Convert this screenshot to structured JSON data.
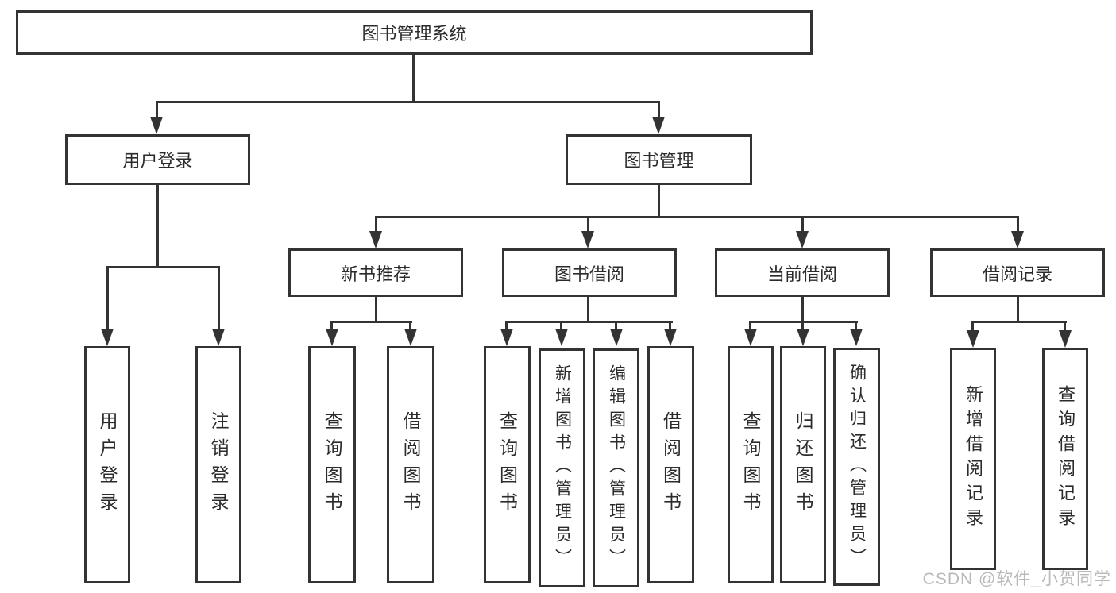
{
  "diagram": {
    "root": {
      "label": "图书管理系统"
    },
    "branches": [
      {
        "label": "用户登录",
        "children": [
          {
            "label": "用户登录"
          },
          {
            "label": "注销登录"
          }
        ]
      },
      {
        "label": "图书管理",
        "children": [
          {
            "label": "新书推荐",
            "children": [
              {
                "label": "查询图书"
              },
              {
                "label": "借阅图书"
              }
            ]
          },
          {
            "label": "图书借阅",
            "children": [
              {
                "label": "查询图书"
              },
              {
                "label": "新增图书（管理员）"
              },
              {
                "label": "编辑图书（管理员）"
              },
              {
                "label": "借阅图书"
              }
            ]
          },
          {
            "label": "当前借阅",
            "children": [
              {
                "label": "查询图书"
              },
              {
                "label": "归还图书"
              },
              {
                "label": "确认归还（管理员）"
              }
            ]
          },
          {
            "label": "借阅记录",
            "children": [
              {
                "label": "新增借阅记录"
              },
              {
                "label": "查询借阅记录"
              }
            ]
          }
        ]
      }
    ]
  },
  "watermark": {
    "text": "CSDN @软件_小贺同学"
  },
  "colors": {
    "line": "#333333",
    "text": "#2b2b2b",
    "background": "#ffffff",
    "watermark": "#b9b9b9"
  }
}
